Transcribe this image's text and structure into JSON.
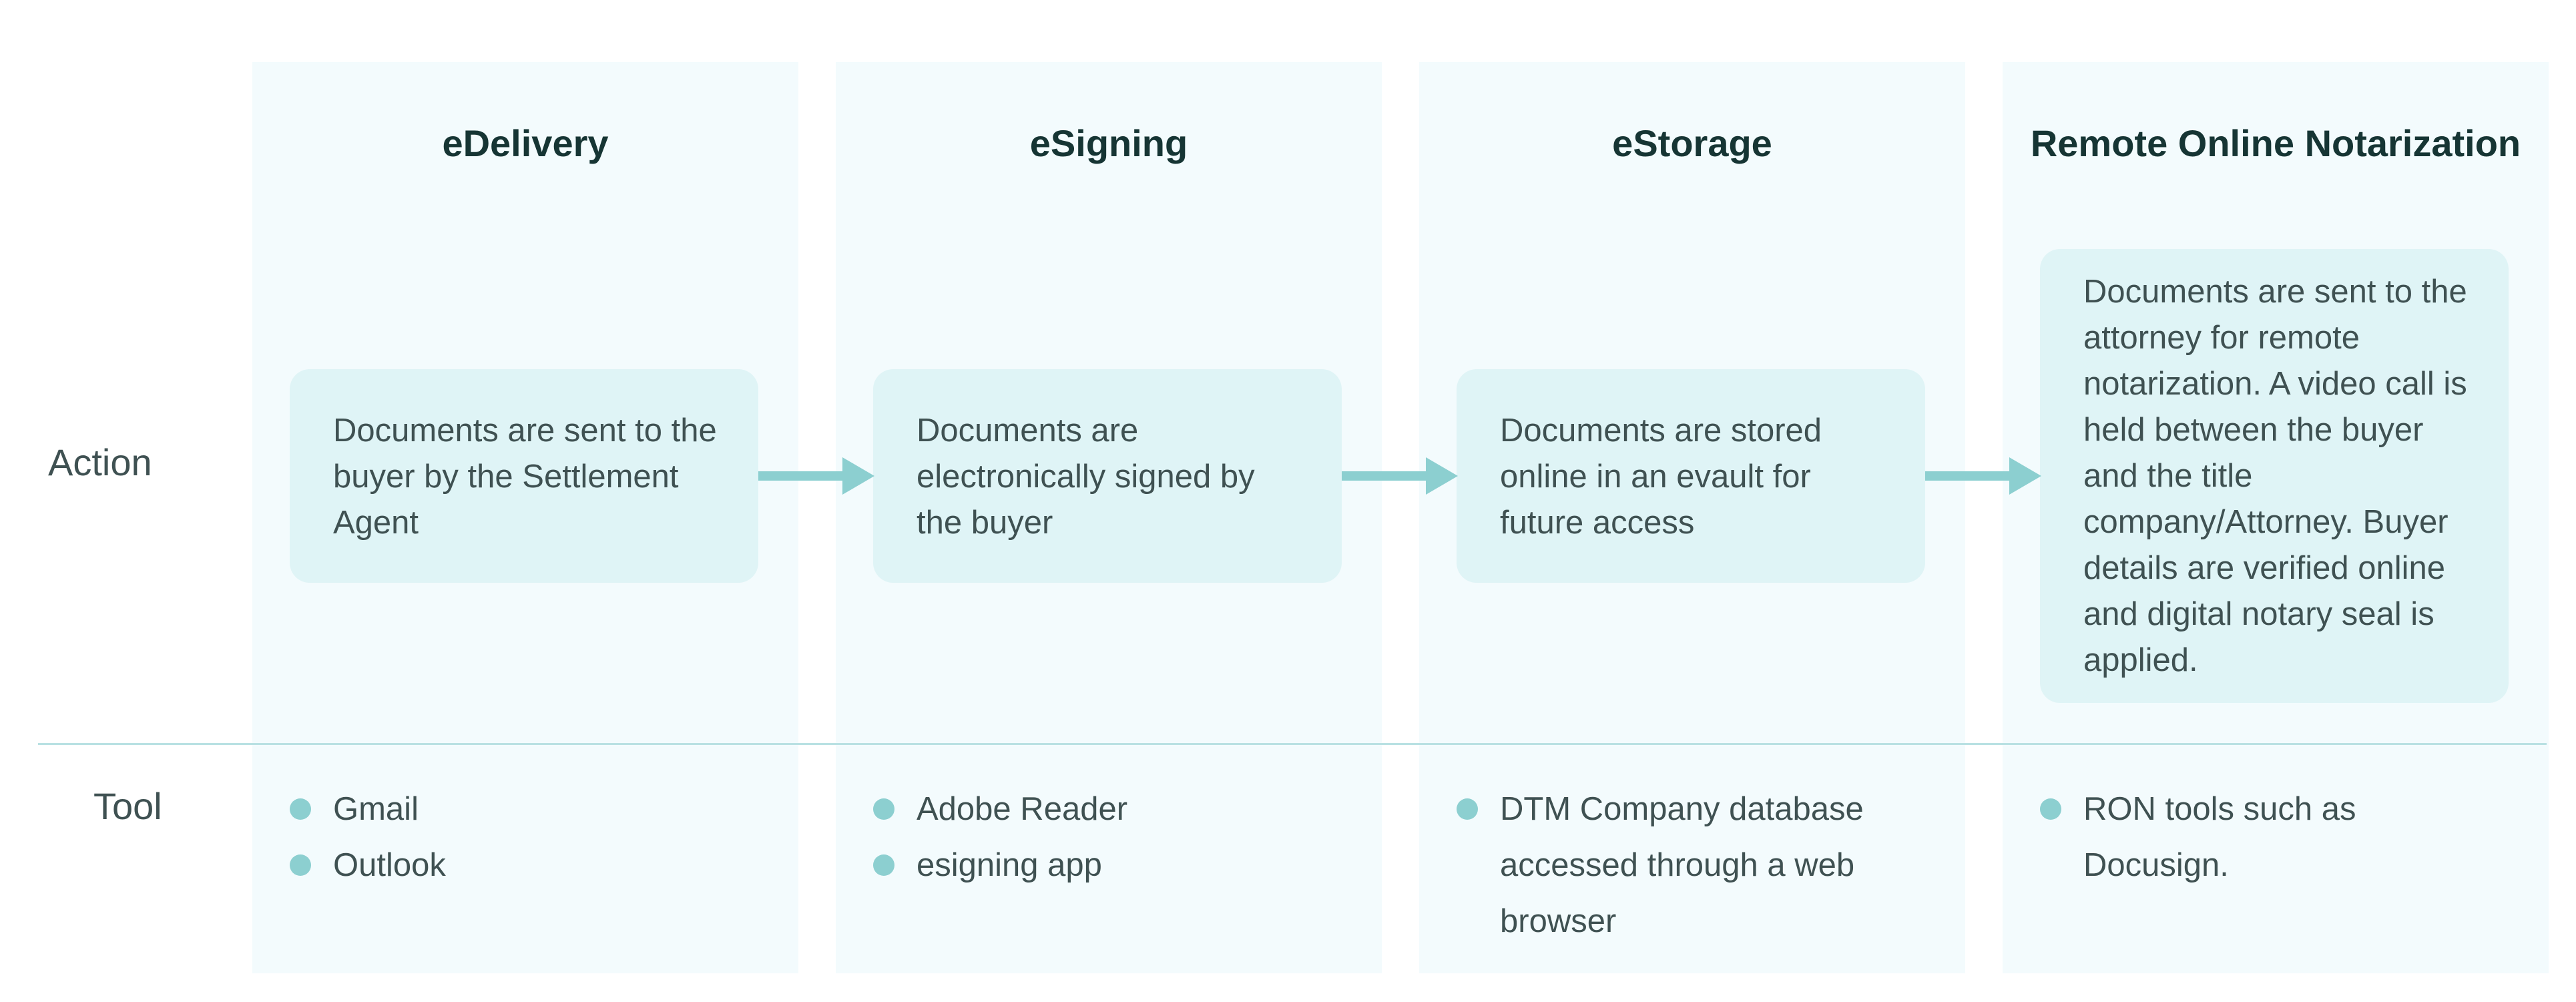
{
  "row_labels": {
    "action": "Action",
    "tool": "Tool"
  },
  "colors": {
    "column_background": "#f3fbfd",
    "action_box": "#dff4f6",
    "arrow": "#8ccfd0",
    "bullet": "#8ccfd0",
    "divider": "#b9e1e3",
    "title_text": "#163534",
    "body_text": "#3f5152"
  },
  "columns": [
    {
      "title": "eDelivery",
      "action": "Documents are sent to the buyer by the Settlement Agent",
      "tools": [
        "Gmail",
        "Outlook"
      ]
    },
    {
      "title": "eSigning",
      "action": "Documents are electronically signed by the buyer",
      "tools": [
        "Adobe Reader",
        "esigning app"
      ]
    },
    {
      "title": "eStorage",
      "action": "Documents are stored online in an evault for future access",
      "tools": [
        "DTM Company database accessed through a web browser"
      ]
    },
    {
      "title": "Remote Online Notarization",
      "action": "Documents are sent to the attorney for remote notarization. A video call is held between the buyer and the title company/Attorney. Buyer details are verified online and digital notary seal is applied.",
      "tools": [
        "RON tools such as Docusign."
      ]
    }
  ]
}
